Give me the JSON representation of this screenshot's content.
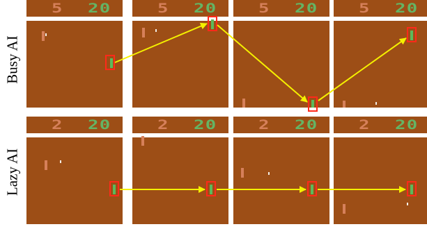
{
  "rows": [
    {
      "label": "Busy AI",
      "frames": [
        {
          "left_score": "5",
          "right_score": "20"
        },
        {
          "left_score": "5",
          "right_score": "20"
        },
        {
          "left_score": "5",
          "right_score": "20"
        },
        {
          "left_score": "5",
          "right_score": "20"
        }
      ]
    },
    {
      "label": "Lazy AI",
      "frames": [
        {
          "left_score": "2",
          "right_score": "20"
        },
        {
          "left_score": "2",
          "right_score": "20"
        },
        {
          "left_score": "2",
          "right_score": "20"
        },
        {
          "left_score": "2",
          "right_score": "20"
        }
      ]
    }
  ],
  "colors": {
    "field": "#9d4e16",
    "left_score": "#d6805a",
    "right_score": "#64b464",
    "agent_paddle": "#5cba5c",
    "cpu_paddle": "#d6805a",
    "highlight": "#ff2a1a",
    "arrow": "#f5f000"
  }
}
